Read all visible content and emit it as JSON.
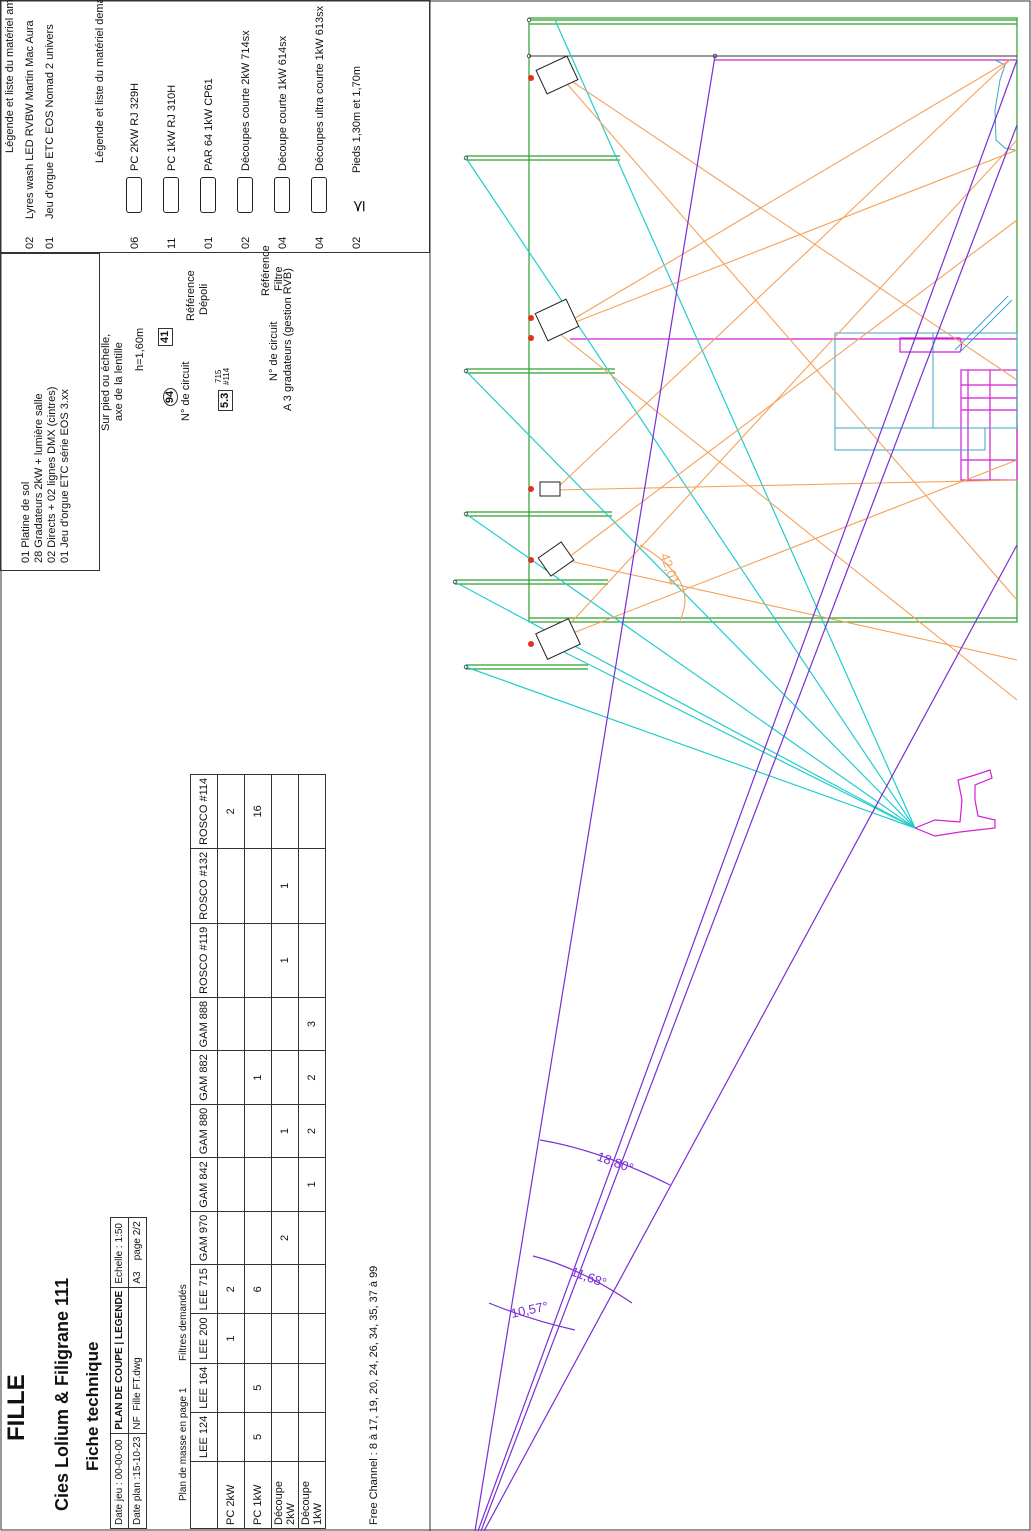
{
  "title": {
    "main": "FILLE",
    "company": "Cies Lolium & Filigrane 111",
    "sheet": "Fiche technique"
  },
  "info": {
    "date_jeu": "Date jeu : 00-00-00",
    "date_plan": "Date plan :15-10-23",
    "plan_type": "PLAN DE COUPE | LEGENDE",
    "echelle": "Echelle : 1:50",
    "nf": "NF",
    "file": "Fille FT.dwg",
    "format": "A3",
    "page": "page 2/2"
  },
  "filters": {
    "caption_left": "Plan de masse en page 1",
    "caption_right": "Filtres demandés",
    "columns": [
      "LEE 124",
      "LEE 164",
      "LEE 200",
      "LEE 715",
      "GAM 970",
      "GAM 842",
      "GAM 880",
      "GAM 882",
      "GAM 888",
      "ROSCO #119",
      "ROSCO #132",
      "ROSCO #114"
    ],
    "rows": [
      {
        "label": "PC 2kW",
        "cells": [
          "",
          "",
          "1",
          "2",
          "",
          "",
          "",
          "",
          "",
          "",
          "",
          "2"
        ]
      },
      {
        "label": "PC 1kW",
        "cells": [
          "5",
          "5",
          "",
          "6",
          "",
          "",
          "",
          "1",
          "",
          "",
          "",
          "16"
        ]
      },
      {
        "label": "Découpe 2kW",
        "cells": [
          "",
          "",
          "",
          "",
          "2",
          "",
          "1",
          "",
          "",
          "1",
          "1",
          ""
        ]
      },
      {
        "label": "Découpe 1kW",
        "cells": [
          "",
          "",
          "",
          "",
          "",
          "1",
          "2",
          "2",
          "3",
          "",
          "",
          ""
        ]
      }
    ],
    "free_channel": "Free Channel : 8 à 17, 19, 20, 24, 26, 34, 35, 37 à 99"
  },
  "requirements": {
    "lines": [
      "01 Platine de sol",
      "28 Gradateurs 2kW + lumière salle",
      "02 Directs + 02 lignes DMX (cintres)",
      "01 Jeu d'orgue ETC série EOS 3.xx"
    ]
  },
  "legend_example": {
    "stand": "Sur pied ou échelle,",
    "axis": "axe de la lentille",
    "height": "h=1,60m",
    "circuit_num": "94",
    "circuit_label": "N° de circuit",
    "ref_depoli": "Référence",
    "ref_depoli2": "Dépoli",
    "lamp_id": "41",
    "filter_ref": "715",
    "filter_ref2": "#114",
    "ref_filtre": "Référence",
    "ref_filtre2": "Filtre",
    "rgb_num": "5.3",
    "rgb_circuit": "N° de circuit",
    "rgb_dimmers": "A 3 gradateurs (gestion RVB)"
  },
  "brought": {
    "header": "Légende et liste du matériel amené",
    "items": [
      {
        "qty": "02",
        "label": "Lyres wash LED RVBW Martin Mac Aura"
      },
      {
        "qty": "01",
        "label": "Jeu d'orgue ETC EOS Nomad 2 univers"
      }
    ]
  },
  "requested": {
    "header": "Légende et liste du matériel demandé",
    "items": [
      {
        "qty": "06",
        "label": "PC 2KW RJ 329H",
        "icon": "pc-2kw-icon"
      },
      {
        "qty": "11",
        "label": "PC 1kW RJ 310H",
        "icon": "pc-1kw-icon"
      },
      {
        "qty": "01",
        "label": "PAR 64 1kW CP61",
        "icon": "par64-icon"
      },
      {
        "qty": "02",
        "label": "Découpes courte 2kW 714sx",
        "icon": "profile-2kw-icon"
      },
      {
        "qty": "04",
        "label": "Découpe courte 1kW 614sx",
        "icon": "profile-1kw-icon"
      },
      {
        "qty": "04",
        "label": "Découpes ultra courte 1kW 613sx",
        "icon": "profile-ultra-icon"
      },
      {
        "qty": "02",
        "label": "Pieds 1,30m et 1,70m",
        "icon": "stand-icon"
      }
    ]
  },
  "angles": {
    "a1": "18,80°",
    "a2": "11,68°",
    "a3": "10,57°",
    "a4": "42,01"
  },
  "colors": {
    "outline": "#333333",
    "stage": "#2ca02c",
    "cyan": "#22cccc",
    "orange": "#f5a15a",
    "purple": "#7a2ed6",
    "magenta": "#d21fd2",
    "red": "#e03020",
    "teal": "#3aa6c8"
  }
}
